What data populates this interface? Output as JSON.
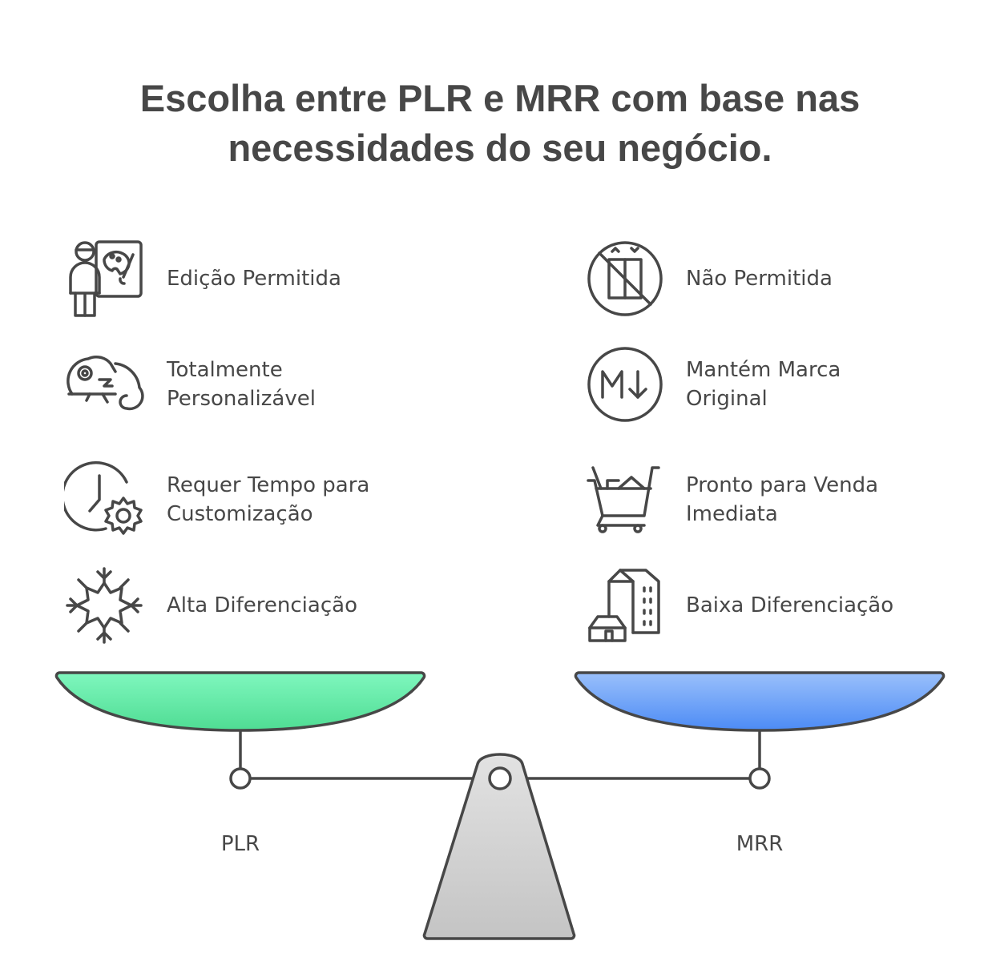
{
  "title": {
    "line1": "Escolha entre PLR e MRR com base nas",
    "line2": "necessidades do seu negócio."
  },
  "left": {
    "items": [
      {
        "icon": "painter-easel-icon",
        "lines": [
          "Edição Permitida"
        ]
      },
      {
        "icon": "chameleon-icon",
        "lines": [
          "Totalmente",
          "Personalizável"
        ]
      },
      {
        "icon": "clock-gear-icon",
        "lines": [
          "Requer Tempo para",
          "Customização"
        ]
      },
      {
        "icon": "snowflake-icon",
        "lines": [
          "Alta Diferenciação"
        ]
      }
    ]
  },
  "right": {
    "items": [
      {
        "icon": "no-edit-icon",
        "lines": [
          "Não Permitida"
        ]
      },
      {
        "icon": "markdown-icon",
        "lines": [
          "Mantém Marca",
          "Original"
        ]
      },
      {
        "icon": "shopping-cart-icon",
        "lines": [
          "Pronto para Venda",
          "Imediata"
        ]
      },
      {
        "icon": "buildings-icon",
        "lines": [
          "Baixa Diferenciação"
        ]
      }
    ]
  },
  "pans": {
    "left_label": "PLR",
    "right_label": "MRR",
    "left_color": "#5CE6A0",
    "right_color": "#5B96F5"
  }
}
